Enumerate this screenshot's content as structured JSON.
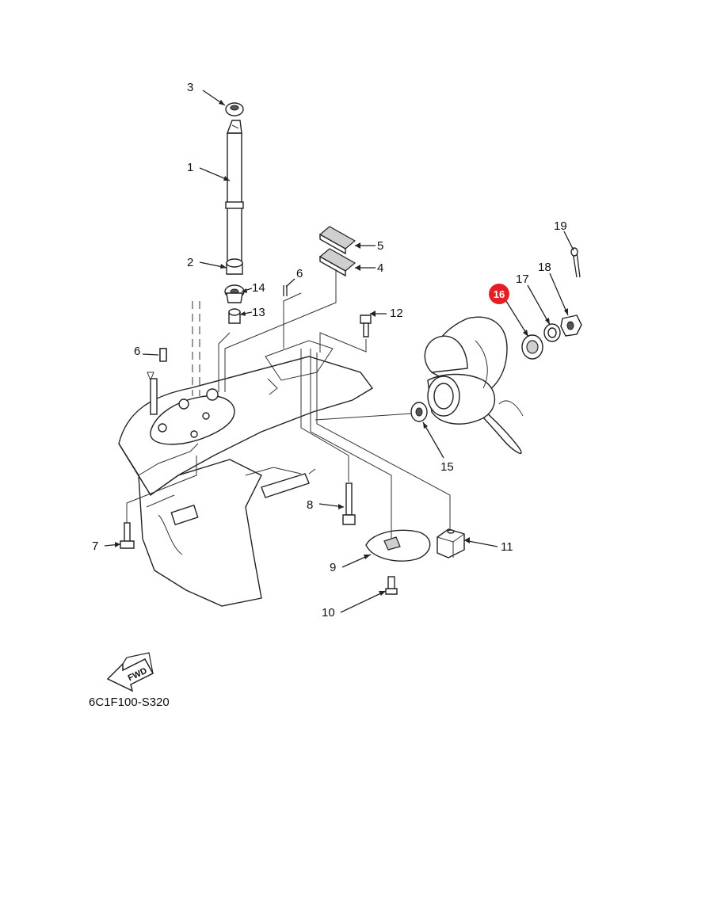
{
  "diagram": {
    "code": "6C1F100-S320",
    "fwd_label": "FWD",
    "highlight_color": "#e31e24",
    "highlighted_part": "16",
    "parts": {
      "p1": "1",
      "p2": "2",
      "p3": "3",
      "p4": "4",
      "p5": "5",
      "p6a": "6",
      "p6b": "6",
      "p7": "7",
      "p8": "8",
      "p9": "9",
      "p10": "10",
      "p11": "11",
      "p12": "12",
      "p13": "13",
      "p14": "14",
      "p15": "15",
      "p16": "16",
      "p17": "17",
      "p18": "18",
      "p19": "19"
    }
  }
}
